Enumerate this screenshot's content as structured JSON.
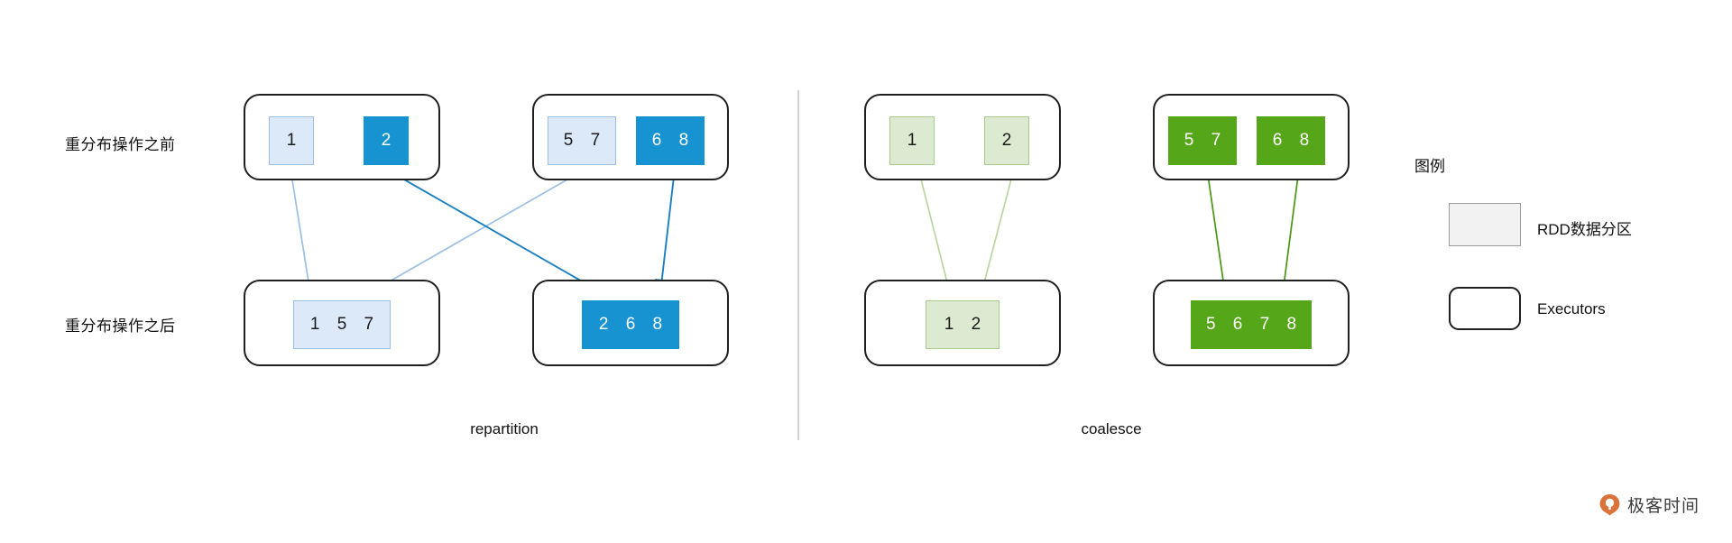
{
  "rows": {
    "before_label": "重分布操作之前",
    "after_label": "重分布操作之后"
  },
  "panels": [
    {
      "id": "repartition",
      "caption": "repartition",
      "before": [
        {
          "executor": 1,
          "partitions": [
            {
              "value": "1",
              "style": "light"
            },
            {
              "value": "2",
              "style": "dark"
            }
          ]
        },
        {
          "executor": 2,
          "partitions": [
            {
              "value": "5 7",
              "style": "light"
            },
            {
              "value": "6 8",
              "style": "dark"
            }
          ]
        }
      ],
      "after": [
        {
          "executor": 1,
          "partitions": [
            {
              "value": "1 5 7",
              "style": "light"
            }
          ]
        },
        {
          "executor": 2,
          "partitions": [
            {
              "value": "2 6 8",
              "style": "dark"
            }
          ]
        }
      ]
    },
    {
      "id": "coalesce",
      "caption": "coalesce",
      "before": [
        {
          "executor": 1,
          "partitions": [
            {
              "value": "1",
              "style": "light"
            },
            {
              "value": "2",
              "style": "light"
            }
          ]
        },
        {
          "executor": 2,
          "partitions": [
            {
              "value": "5 7",
              "style": "dark"
            },
            {
              "value": "6 8",
              "style": "dark"
            }
          ]
        }
      ],
      "after": [
        {
          "executor": 1,
          "partitions": [
            {
              "value": "1 2",
              "style": "light"
            }
          ]
        },
        {
          "executor": 2,
          "partitions": [
            {
              "value": "5 6 7 8",
              "style": "dark"
            }
          ]
        }
      ]
    }
  ],
  "legend": {
    "title": "图例",
    "partition_label": "RDD数据分区",
    "executor_label": "Executors"
  },
  "watermark": {
    "text": "极客时间",
    "icon": "geektime-logo-icon"
  },
  "colors": {
    "blue_light_fill": "#dce9f9",
    "blue_light_stroke": "#9dbfe4",
    "blue_dark_fill": "#1793d1",
    "green_light_fill": "#dcead1",
    "green_light_stroke": "#a9cb8e",
    "green_dark_fill": "#56a619",
    "executor_stroke": "#1f1f1f",
    "legend_swatch_fill": "#f2f2f2",
    "divider": "#d2d2d2",
    "watermark_orange": "#d9733a"
  }
}
